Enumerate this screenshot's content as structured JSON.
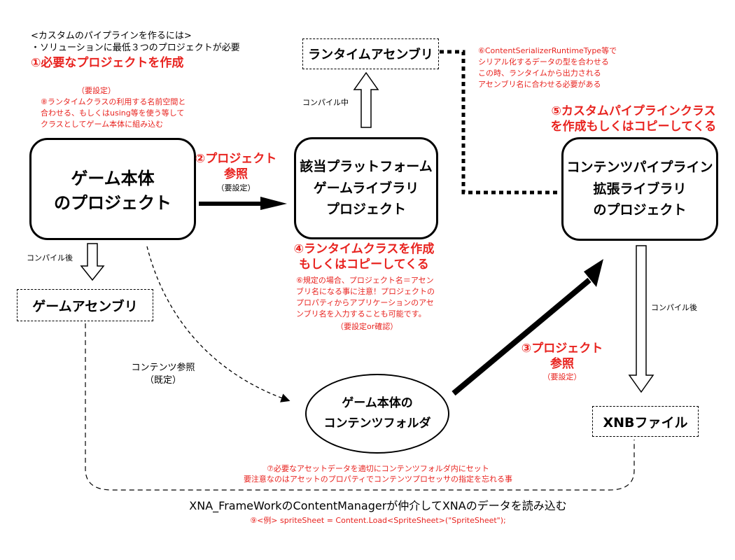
{
  "notes": {
    "custom_pipeline_title": "<カスタムのパイプラインを作るには>",
    "custom_pipeline_req": "・ソリューションに最低３つのプロジェクトが必要",
    "step1": "①必要なプロジェクトを作成",
    "step8_setting": "（要設定）",
    "step8_line1": "⑧ランタイムクラスの利用する名前空間と",
    "step8_line2": "合わせる、もしくはusing等を使う等して",
    "step8_line3": "クラスとしてゲーム本体に組み込む",
    "step6_top_line1": "⑥ContentSerializerRuntimeType等で",
    "step6_top_line2": "シリアル化するデータの型を合わせる",
    "step6_top_line3": "この時、ランタイムから出力される",
    "step6_top_line4": "アセンブリ名に合わせる必要がある",
    "step5_line1": "⑤カスタムパイプラインクラス",
    "step5_line2": "を作成もしくはコピーしてくる",
    "step2_line1": "②プロジェクト",
    "step2_line2": "参照",
    "step2_setting": "（要設定）",
    "compile_mid": "コンパイル中",
    "compile_after_left": "コンパイル後",
    "compile_after_right": "コンパイル後",
    "step4_line1": "④ランタイムクラスを作成",
    "step4_line2": "もしくはコピーしてくる",
    "step6_mid_line1": "⑥規定の場合、プロジェクト名＝アセン",
    "step6_mid_line2": "ブリ名になる事に注意！プロジェクトの",
    "step6_mid_line3": "プロパティからアプリケーションのアセ",
    "step6_mid_line4": "ンブリ名を入力することも可能です。",
    "step6_mid_setting": "（要設定or確認）",
    "content_ref_line1": "コンテンツ参照",
    "content_ref_line2": "（既定）",
    "step3_line1": "③プロジェクト",
    "step3_line2": "参照",
    "step3_setting": "（要設定）",
    "step7_line1": "⑦必要なアセットデータを適切にコンテンツフォルダ内にセット",
    "step7_line2": "要注意なのはアセットのプロパティでコンテンツプロセッサの指定を忘れる事",
    "bottom_main": "XNA_FrameWorkのContentManagerが仲介してXNAのデータを読み込む",
    "step9": "⑨<例> spriteSheet = Content.Load<SpriteSheet>(\"SpriteSheet\");"
  },
  "boxes": {
    "game_project_line1": "ゲーム本体",
    "game_project_line2": "のプロジェクト",
    "platform_lib_line1": "該当プラットフォーム",
    "platform_lib_line2": "ゲームライブラリ",
    "platform_lib_line3": "プロジェクト",
    "pipeline_ext_line1": "コンテンツパイプライン",
    "pipeline_ext_line2": "拡張ライブラリ",
    "pipeline_ext_line3": "のプロジェクト",
    "content_folder_line1": "ゲーム本体の",
    "content_folder_line2": "コンテンツフォルダ",
    "runtime_assembly": "ランタイムアセンブリ",
    "game_assembly": "ゲームアセンブリ",
    "xnb_file": "XNBファイル"
  },
  "colors": {
    "accent_red": "#e8231f",
    "line": "#000000"
  }
}
